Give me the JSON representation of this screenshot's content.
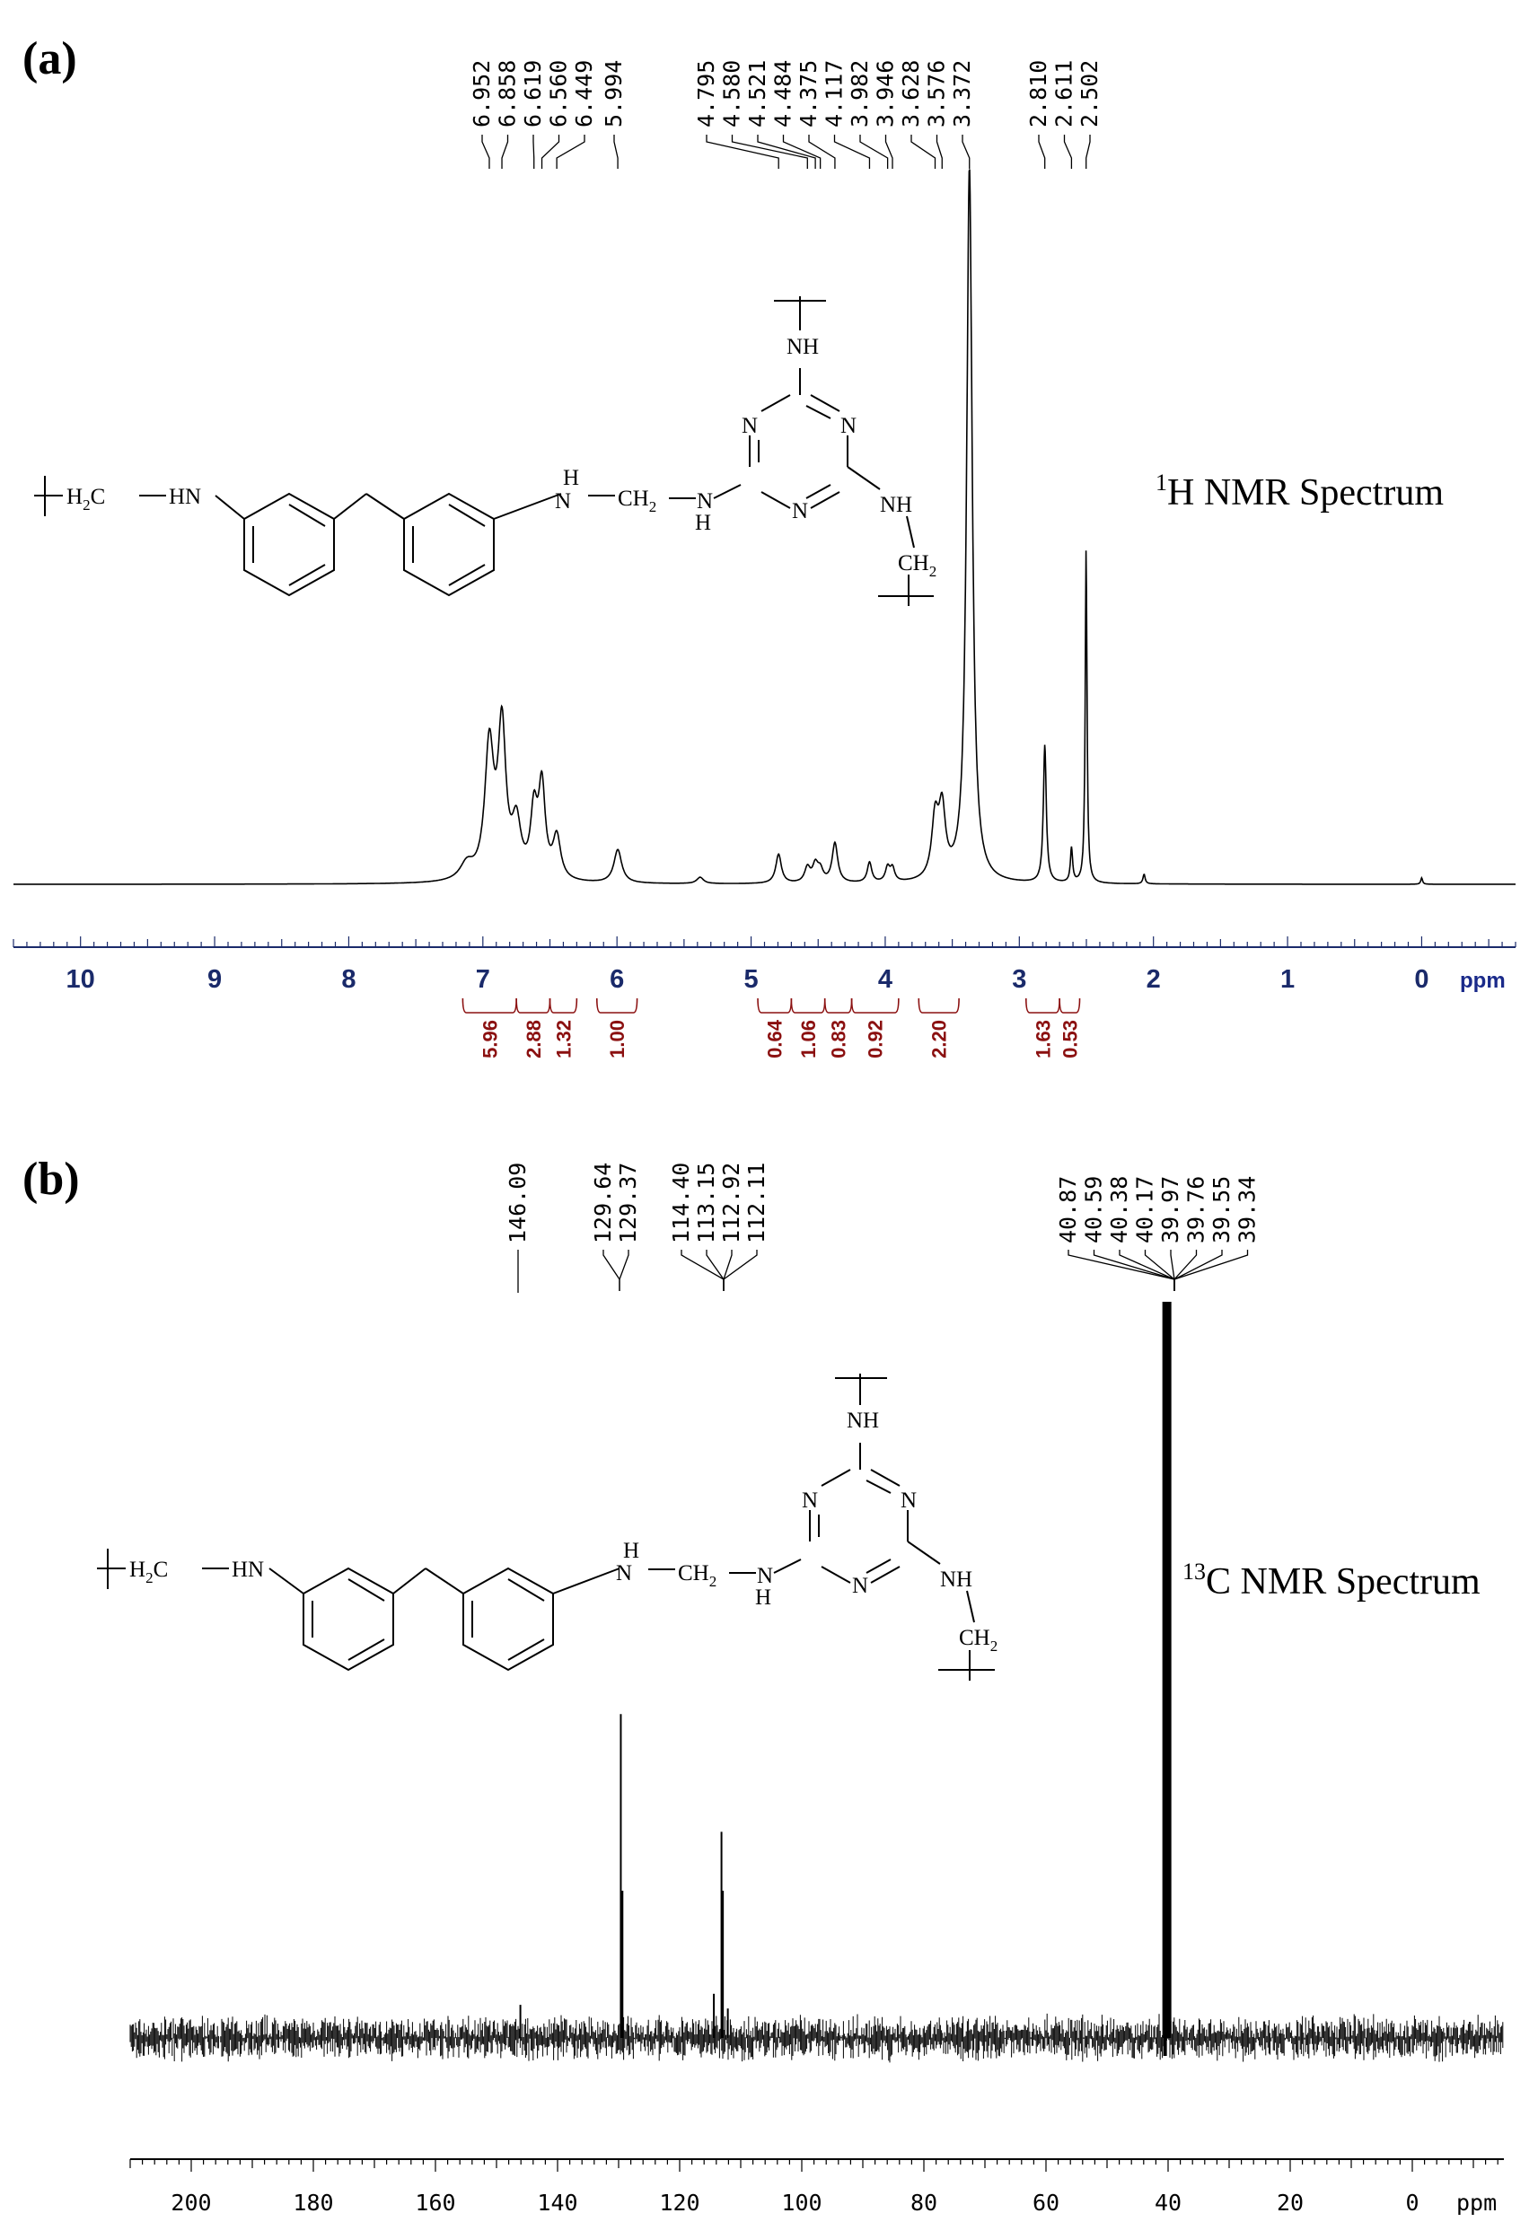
{
  "chart_data": [
    {
      "type": "line",
      "panel_label": "(a)",
      "spectrum_label_sup": "1",
      "spectrum_label_main": "H NMR Spectrum",
      "x_unit": "ppm",
      "xlim": [
        10.5,
        -0.7
      ],
      "x_ticks": [
        10,
        9,
        8,
        7,
        6,
        5,
        4,
        3,
        2,
        1,
        0
      ],
      "peak_labels": [
        "6.952",
        "6.858",
        "6.619",
        "6.560",
        "6.449",
        "5.994",
        "4.795",
        "4.580",
        "4.521",
        "4.484",
        "4.375",
        "4.117",
        "3.982",
        "3.946",
        "3.628",
        "3.576",
        "3.372",
        "2.810",
        "2.611",
        "2.502"
      ],
      "integrals": [
        {
          "value": "5.96",
          "from": 7.15,
          "to": 6.75
        },
        {
          "value": "2.88",
          "from": 6.75,
          "to": 6.5
        },
        {
          "value": "1.32",
          "from": 6.5,
          "to": 6.3
        },
        {
          "value": "1.00",
          "from": 6.15,
          "to": 5.85
        },
        {
          "value": "0.64",
          "from": 4.95,
          "to": 4.7
        },
        {
          "value": "1.06",
          "from": 4.7,
          "to": 4.45
        },
        {
          "value": "0.83",
          "from": 4.45,
          "to": 4.25
        },
        {
          "value": "0.92",
          "from": 4.25,
          "to": 3.9
        },
        {
          "value": "2.20",
          "from": 3.75,
          "to": 3.45
        },
        {
          "value": "1.63",
          "from": 2.95,
          "to": 2.7
        },
        {
          "value": "0.53",
          "from": 2.7,
          "to": 2.55
        }
      ],
      "peaks": [
        {
          "ppm": 6.952,
          "h": 0.25,
          "w": 0.04
        },
        {
          "ppm": 6.858,
          "h": 0.28,
          "w": 0.035
        },
        {
          "ppm": 6.619,
          "h": 0.12,
          "w": 0.03
        },
        {
          "ppm": 6.56,
          "h": 0.17,
          "w": 0.03
        },
        {
          "ppm": 6.449,
          "h": 0.08,
          "w": 0.035
        },
        {
          "ppm": 5.994,
          "h": 0.063,
          "w": 0.035
        },
        {
          "ppm": 4.795,
          "h": 0.055,
          "w": 0.025
        },
        {
          "ppm": 4.58,
          "h": 0.028,
          "w": 0.025
        },
        {
          "ppm": 4.521,
          "h": 0.032,
          "w": 0.025
        },
        {
          "ppm": 4.484,
          "h": 0.022,
          "w": 0.025
        },
        {
          "ppm": 4.375,
          "h": 0.075,
          "w": 0.025
        },
        {
          "ppm": 4.117,
          "h": 0.038,
          "w": 0.02
        },
        {
          "ppm": 3.982,
          "h": 0.027,
          "w": 0.02
        },
        {
          "ppm": 3.946,
          "h": 0.025,
          "w": 0.02
        },
        {
          "ppm": 3.628,
          "h": 0.11,
          "w": 0.03
        },
        {
          "ppm": 3.576,
          "h": 0.125,
          "w": 0.03
        },
        {
          "ppm": 3.372,
          "h": 1.35,
          "w": 0.025
        },
        {
          "ppm": 2.81,
          "h": 0.26,
          "w": 0.013
        },
        {
          "ppm": 2.611,
          "h": 0.065,
          "w": 0.01
        },
        {
          "ppm": 2.502,
          "h": 0.63,
          "w": 0.008
        },
        {
          "ppm": 2.07,
          "h": 0.018,
          "w": 0.01
        },
        {
          "ppm": 0.0,
          "h": 0.012,
          "w": 0.008
        },
        {
          "ppm": 5.38,
          "h": 0.012,
          "w": 0.03
        },
        {
          "ppm": 7.12,
          "h": 0.03,
          "w": 0.06
        },
        {
          "ppm": 6.75,
          "h": 0.1,
          "w": 0.04
        }
      ]
    },
    {
      "type": "line",
      "panel_label": "(b)",
      "spectrum_label_sup": "13",
      "spectrum_label_main": "C NMR Spectrum",
      "x_unit": "ppm",
      "xlim": [
        210,
        -15
      ],
      "x_ticks": [
        200,
        180,
        160,
        140,
        120,
        100,
        80,
        60,
        40,
        20,
        0
      ],
      "peak_labels_group1": [
        "146.09"
      ],
      "peak_labels_group2": [
        "129.64",
        "129.37"
      ],
      "peak_labels_group3": [
        "114.40",
        "113.15",
        "112.92",
        "112.11"
      ],
      "peak_labels_group4": [
        "40.87",
        "40.59",
        "40.38",
        "40.17",
        "39.97",
        "39.76",
        "39.55",
        "39.34"
      ],
      "peaks": [
        {
          "ppm": 146.09,
          "h": 0.045
        },
        {
          "ppm": 129.64,
          "h": 0.44
        },
        {
          "ppm": 129.37,
          "h": 0.2
        },
        {
          "ppm": 114.4,
          "h": 0.06
        },
        {
          "ppm": 113.15,
          "h": 0.28
        },
        {
          "ppm": 112.92,
          "h": 0.2
        },
        {
          "ppm": 112.11,
          "h": 0.04
        },
        {
          "ppm": 40.2,
          "h": 1.0
        }
      ]
    }
  ],
  "structure": {
    "h2c": "H",
    "c_after": "C",
    "hn": "HN",
    "nh": "NH",
    "n": "N",
    "h": "H",
    "ch": "CH",
    "two": "2"
  }
}
